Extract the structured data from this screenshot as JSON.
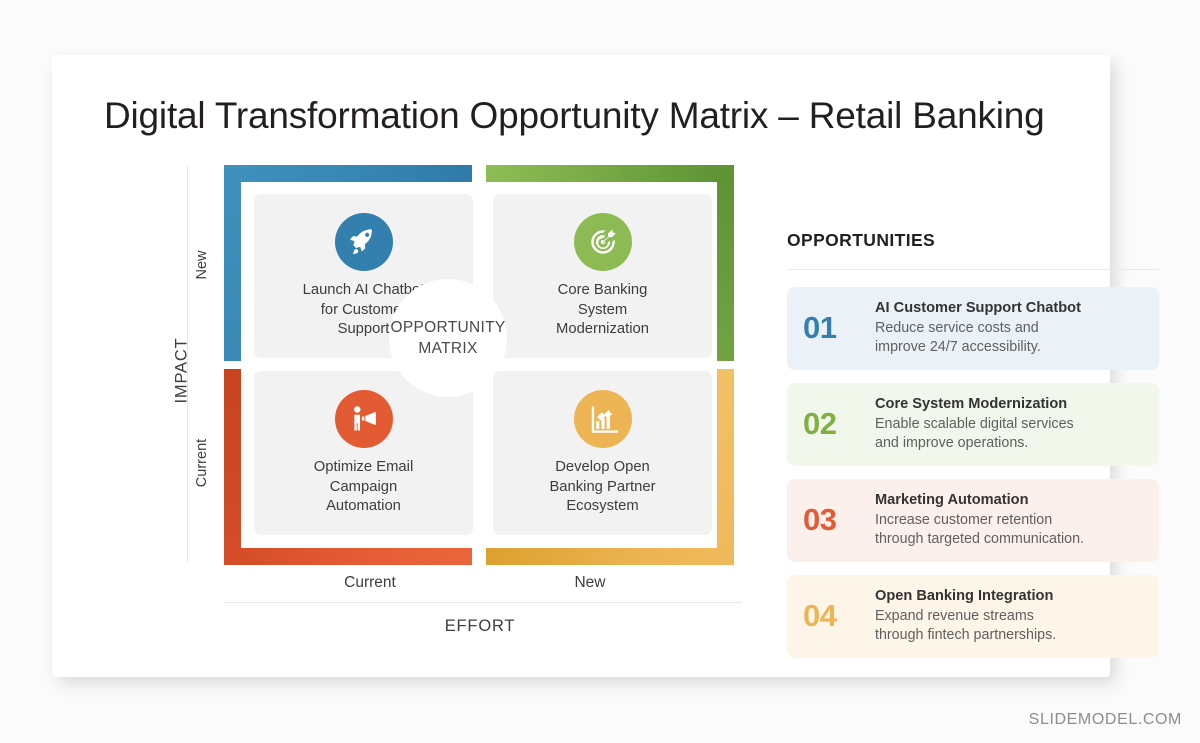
{
  "slide": {
    "title": "Digital Transformation Opportunity Matrix – Retail Banking",
    "footer": "SLIDEMODEL.COM"
  },
  "matrix": {
    "center": {
      "line1": "OPPORTUNITY",
      "line2": "MATRIX"
    },
    "y_axis": {
      "title": "IMPACT",
      "ticks": [
        "New",
        "Current"
      ]
    },
    "x_axis": {
      "title": "EFFORT",
      "ticks": [
        "Current",
        "New"
      ]
    },
    "quadrants": [
      {
        "position": "top-left",
        "label": "Launch AI Chatbot\nfor Customer\nSupport",
        "icon": "rocket-icon",
        "color": "#3380ae"
      },
      {
        "position": "top-right",
        "label": "Core Banking\nSystem\nModernization",
        "icon": "target-icon",
        "color": "#8cbb53"
      },
      {
        "position": "bottom-left",
        "label": "Optimize Email\nCampaign\nAutomation",
        "icon": "megaphone-icon",
        "color": "#e35b33"
      },
      {
        "position": "bottom-right",
        "label": "Develop Open\nBanking Partner\nEcosystem",
        "icon": "bar-chart-icon",
        "color": "#edb453"
      }
    ]
  },
  "panel": {
    "title": "OPPORTUNITIES",
    "items": [
      {
        "number": "01",
        "heading": "AI Customer Support Chatbot",
        "description": "Reduce service costs and\nimprove 24/7 accessibility.",
        "number_color": "#3380ae",
        "background": "#eaf2f8"
      },
      {
        "number": "02",
        "heading": "Core System Modernization",
        "description": "Enable scalable digital services\nand improve operations.",
        "number_color": "#7fb040",
        "background": "#f2f7ec"
      },
      {
        "number": "03",
        "heading": "Marketing Automation",
        "description": "Increase customer retention\nthrough targeted communication.",
        "number_color": "#e35b33",
        "background": "#fcf0ec"
      },
      {
        "number": "04",
        "heading": "Open Banking Integration",
        "description": "Expand revenue streams\nthrough fintech partnerships.",
        "number_color": "#edb453",
        "background": "#fdf6e8"
      }
    ]
  }
}
